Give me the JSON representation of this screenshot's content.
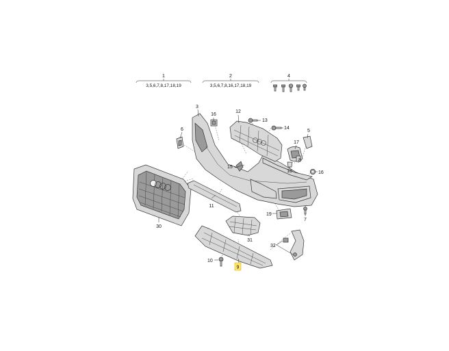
{
  "groups": [
    {
      "number": "1",
      "contents": "3,5,6,7,8,17,18,19"
    },
    {
      "number": "2",
      "contents": "3,5,6,7,8,16,17,18,19"
    },
    {
      "number": "4",
      "contents": ""
    }
  ],
  "callouts": {
    "c3": "3",
    "c16a": "16",
    "c12": "12",
    "c13": "13",
    "c14": "14",
    "c5": "5",
    "c6": "6",
    "c17": "17",
    "c8": "8",
    "c18": "18",
    "c15": "15",
    "c16b": "16",
    "c11": "11",
    "c30": "30",
    "c19": "19",
    "c7": "7",
    "c31": "31",
    "c32": "32",
    "c10": "10",
    "c9": "9"
  }
}
